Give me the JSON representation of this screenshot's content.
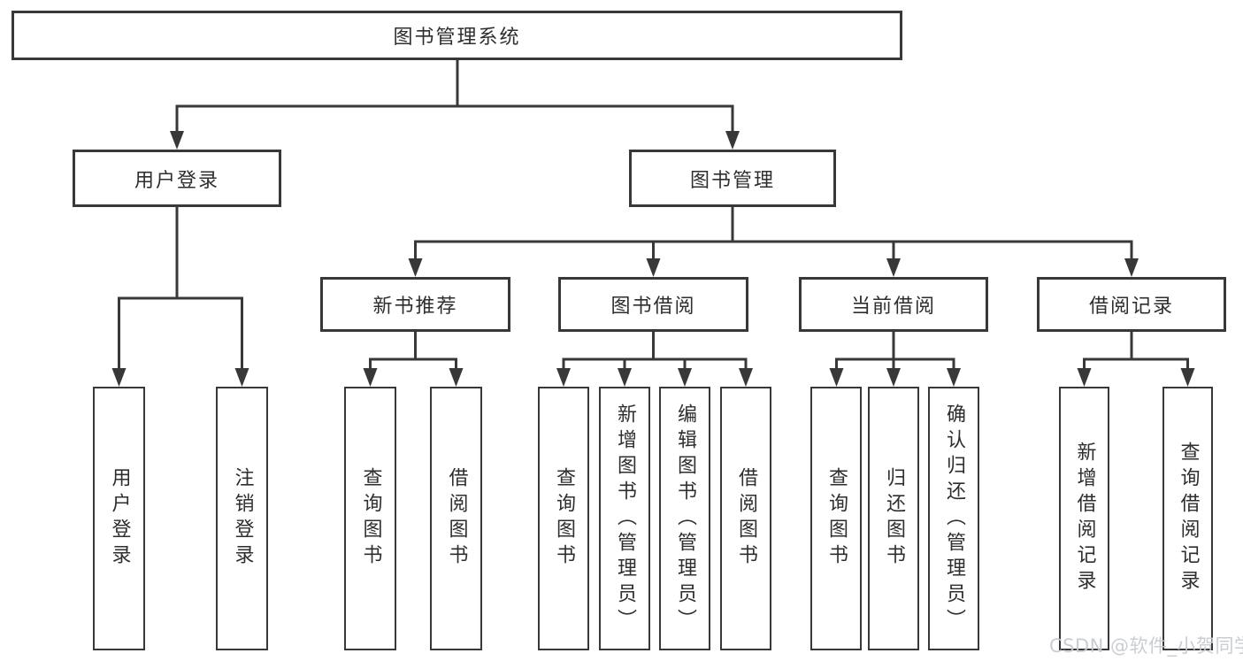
{
  "diagram": {
    "root": {
      "label": "图书管理系统"
    },
    "branches": [
      {
        "label": "用户登录",
        "leaves": [
          {
            "label": "用户登录"
          },
          {
            "label": "注销登录"
          }
        ]
      },
      {
        "label": "图书管理",
        "groups": [
          {
            "label": "新书推荐",
            "leaves": [
              {
                "label": "查询图书"
              },
              {
                "label": "借阅图书"
              }
            ]
          },
          {
            "label": "图书借阅",
            "leaves": [
              {
                "label": "查询图书"
              },
              {
                "label": "新增图书（管理员）"
              },
              {
                "label": "编辑图书（管理员）"
              },
              {
                "label": "借阅图书"
              }
            ]
          },
          {
            "label": "当前借阅",
            "leaves": [
              {
                "label": "查询图书"
              },
              {
                "label": "归还图书"
              },
              {
                "label": "确认归还（管理员）"
              }
            ]
          },
          {
            "label": "借阅记录",
            "leaves": [
              {
                "label": "新增借阅记录"
              },
              {
                "label": "查询借阅记录"
              }
            ]
          }
        ]
      }
    ]
  },
  "watermark": {
    "text": "CSDN @软件_小贺同学"
  },
  "colors": {
    "line": "#383838",
    "text": "#2e2e2e",
    "background": "#ffffff",
    "watermark": "#c4c8ce"
  }
}
